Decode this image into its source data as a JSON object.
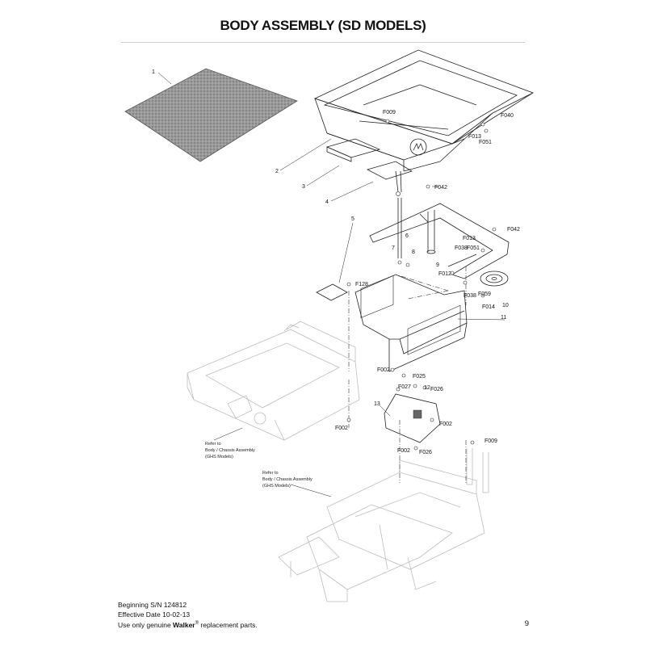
{
  "title": "BODY ASSEMBLY (SD MODELS)",
  "callouts": {
    "c1": "1",
    "c2": "2",
    "c3": "3",
    "c4": "4",
    "c5": "5",
    "c6": "6",
    "c7": "7",
    "c8": "8",
    "c9": "9",
    "c10": "10",
    "c11": "11",
    "c12": "12",
    "c13": "13",
    "f009a": "F009",
    "f040": "F040",
    "f013a": "F013",
    "f051a": "F051",
    "f042a": "F042",
    "f042b": "F042",
    "f013b": "F013",
    "f038a": "F038",
    "f051b": "F051",
    "f012": "F012",
    "f038b": "F038",
    "f059": "F059",
    "f014": "F014",
    "f128": "F128",
    "f002a": "F002",
    "f025": "F025",
    "f027": "F027",
    "f026a": "F026",
    "f002b": "F002",
    "f002c": "F002",
    "f026b": "F026",
    "f009b": "F009",
    "f002d": "F002"
  },
  "refer_note_1": [
    "Refer to",
    "Body / Chassis Assembly",
    "(GHS Models)"
  ],
  "refer_note_2": [
    "Refer to",
    "Body / Chassis Assembly",
    "(GHS Models)"
  ],
  "footer": {
    "line1": "Beginning S/N 124812",
    "line2": "Effective Date 10-02-13",
    "line3_pre": "Use only genuine ",
    "line3_brand": "Walker",
    "line3_reg": "®",
    "line3_post": " replacement parts."
  },
  "page_number": "9",
  "colors": {
    "line": "#222222",
    "ghost": "#bdbdbd",
    "mat": "#8a8a8a"
  }
}
